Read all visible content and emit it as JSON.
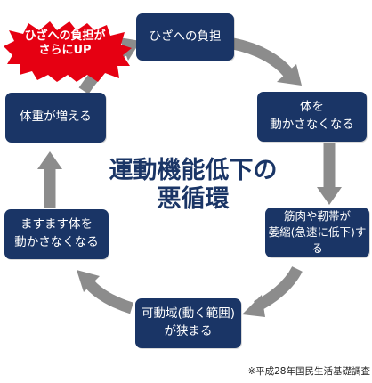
{
  "diagram": {
    "title": "運動機能低下の\n悪循環",
    "nodes": {
      "knee_burden": "ひざへの負担",
      "less_mobile": "体を\n動かさなくなる",
      "muscle_ligament": "筋肉や靭帯が\n萎縮(急速に低下)する",
      "range_narrows": "可動域(動く範囲)\nが狭まる",
      "even_less_mobile": "ますます体を\n動かさなくなる",
      "weight_gain": "体重が増える"
    },
    "callout": "ひざへの負担が\nさらにUP",
    "footnote": "※平成28年国民生活基礎調査"
  },
  "colors": {
    "box": "#1a3566",
    "arrow": "#8c8c8c",
    "callout": "#e60012",
    "title": "#1a3566"
  }
}
